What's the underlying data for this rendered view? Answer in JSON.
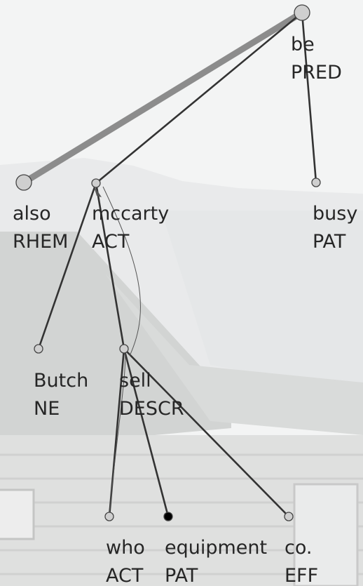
{
  "colors": {
    "sky": "#f1f2f2",
    "forest": "#e3e5e6",
    "house_wall": "#d3d4d3",
    "roof": "#c4c6c5",
    "node_fill": "#cfcfcf",
    "node_fill_dark": "#000000",
    "edge": "#333333",
    "edge_thick": "#8c8c8c",
    "text": "#262626"
  },
  "tree": {
    "nodes": [
      {
        "id": "be",
        "lemma": "be",
        "functor": "PRED"
      },
      {
        "id": "also",
        "lemma": "also",
        "functor": "RHEM"
      },
      {
        "id": "mccarty",
        "lemma": "mccarty",
        "functor": "ACT"
      },
      {
        "id": "busy",
        "lemma": "busy",
        "functor": "PAT"
      },
      {
        "id": "butch",
        "lemma": "Butch",
        "functor": "NE"
      },
      {
        "id": "sell",
        "lemma": "sell",
        "functor": "DESCR"
      },
      {
        "id": "who",
        "lemma": "who",
        "functor": "ACT"
      },
      {
        "id": "equipment",
        "lemma": "equipment",
        "functor": "PAT"
      },
      {
        "id": "co",
        "lemma": "co.",
        "functor": "EFF"
      }
    ],
    "edges": [
      {
        "from": "be",
        "to": "also",
        "style": "thick"
      },
      {
        "from": "be",
        "to": "mccarty",
        "style": "normal"
      },
      {
        "from": "be",
        "to": "busy",
        "style": "normal"
      },
      {
        "from": "mccarty",
        "to": "butch",
        "style": "normal"
      },
      {
        "from": "mccarty",
        "to": "sell",
        "style": "normal"
      },
      {
        "from": "sell",
        "to": "who",
        "style": "normal"
      },
      {
        "from": "sell",
        "to": "equipment",
        "style": "normal"
      },
      {
        "from": "sell",
        "to": "co",
        "style": "normal"
      }
    ],
    "coref_arrows": [
      {
        "from": "who",
        "to": "mccarty"
      },
      {
        "from": "sell",
        "to": "mccarty"
      }
    ]
  }
}
